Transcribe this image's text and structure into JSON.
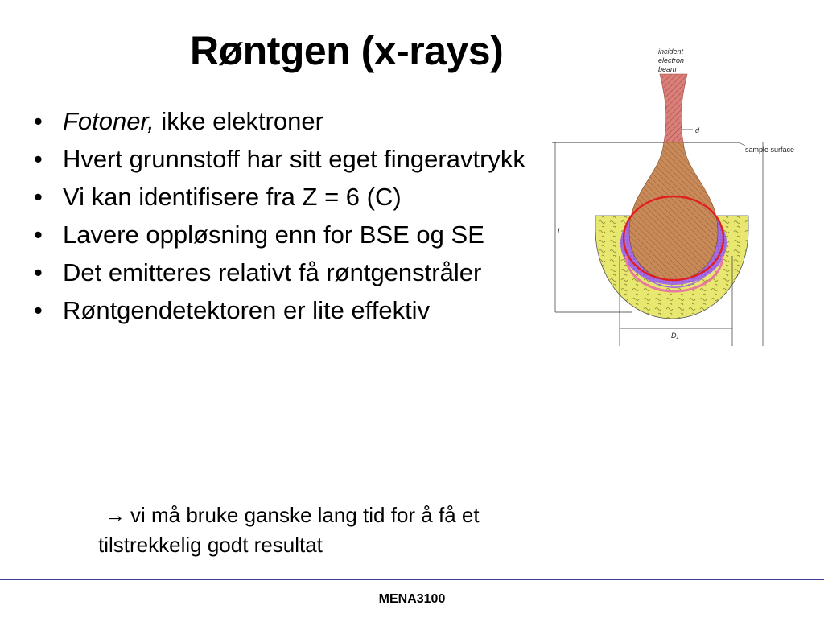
{
  "slide": {
    "title": "Røntgen (x-rays)",
    "bullets": [
      {
        "italic": "Fotoner,",
        "text": " ikke elektroner"
      },
      {
        "italic": "",
        "text": "Hvert grunnstoff har sitt eget fingeravtrykk"
      },
      {
        "italic": "",
        "text": "Vi kan identifisere fra Z = 6 (C)"
      },
      {
        "italic": "",
        "text": "Lavere oppløsning enn for  BSE og SE"
      },
      {
        "italic": "",
        "text": "Det emitteres relativt få røntgenstråler"
      },
      {
        "italic": "",
        "text": "Røntgendetektoren er lite effektiv"
      }
    ],
    "note": {
      "arrow": "→",
      "text": "vi må bruke ganske lang tid for å få et tilstrekkelig godt resultat"
    },
    "footer": "MENA3100"
  },
  "figure": {
    "labels": {
      "incident_line1": "incident",
      "incident_line2": "electron",
      "incident_line3": "beam",
      "d": "d",
      "sample_surface": "sample surface",
      "L": "L",
      "D1": "D₁"
    },
    "colors": {
      "beam": "#d9807a",
      "beam_hatch": "#b24f48",
      "interaction": "#c98a5a",
      "purple": "#a46de6",
      "yellow": "#e8e870",
      "circle": "#e02020",
      "pink_band": "#e87aa0"
    }
  }
}
